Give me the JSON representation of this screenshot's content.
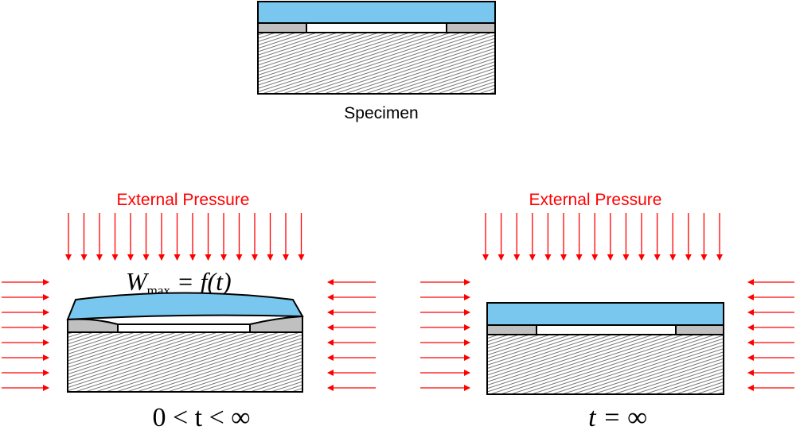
{
  "colors": {
    "film": "#79C7EE",
    "spacer": "#C0C0C0",
    "outline": "#000000",
    "arrow": "#FF0000",
    "label_pressure": "#FF0000",
    "background": "#FFFFFF"
  },
  "specimen": {
    "label": "Specimen"
  },
  "panel_left": {
    "pressure_label": "External Pressure",
    "formula": {
      "w": "W",
      "sub": "max",
      "rest": " = f(t)"
    },
    "time_condition": "0 < t < ∞"
  },
  "panel_right": {
    "pressure_label": "External Pressure",
    "time_condition": "t = ∞"
  }
}
